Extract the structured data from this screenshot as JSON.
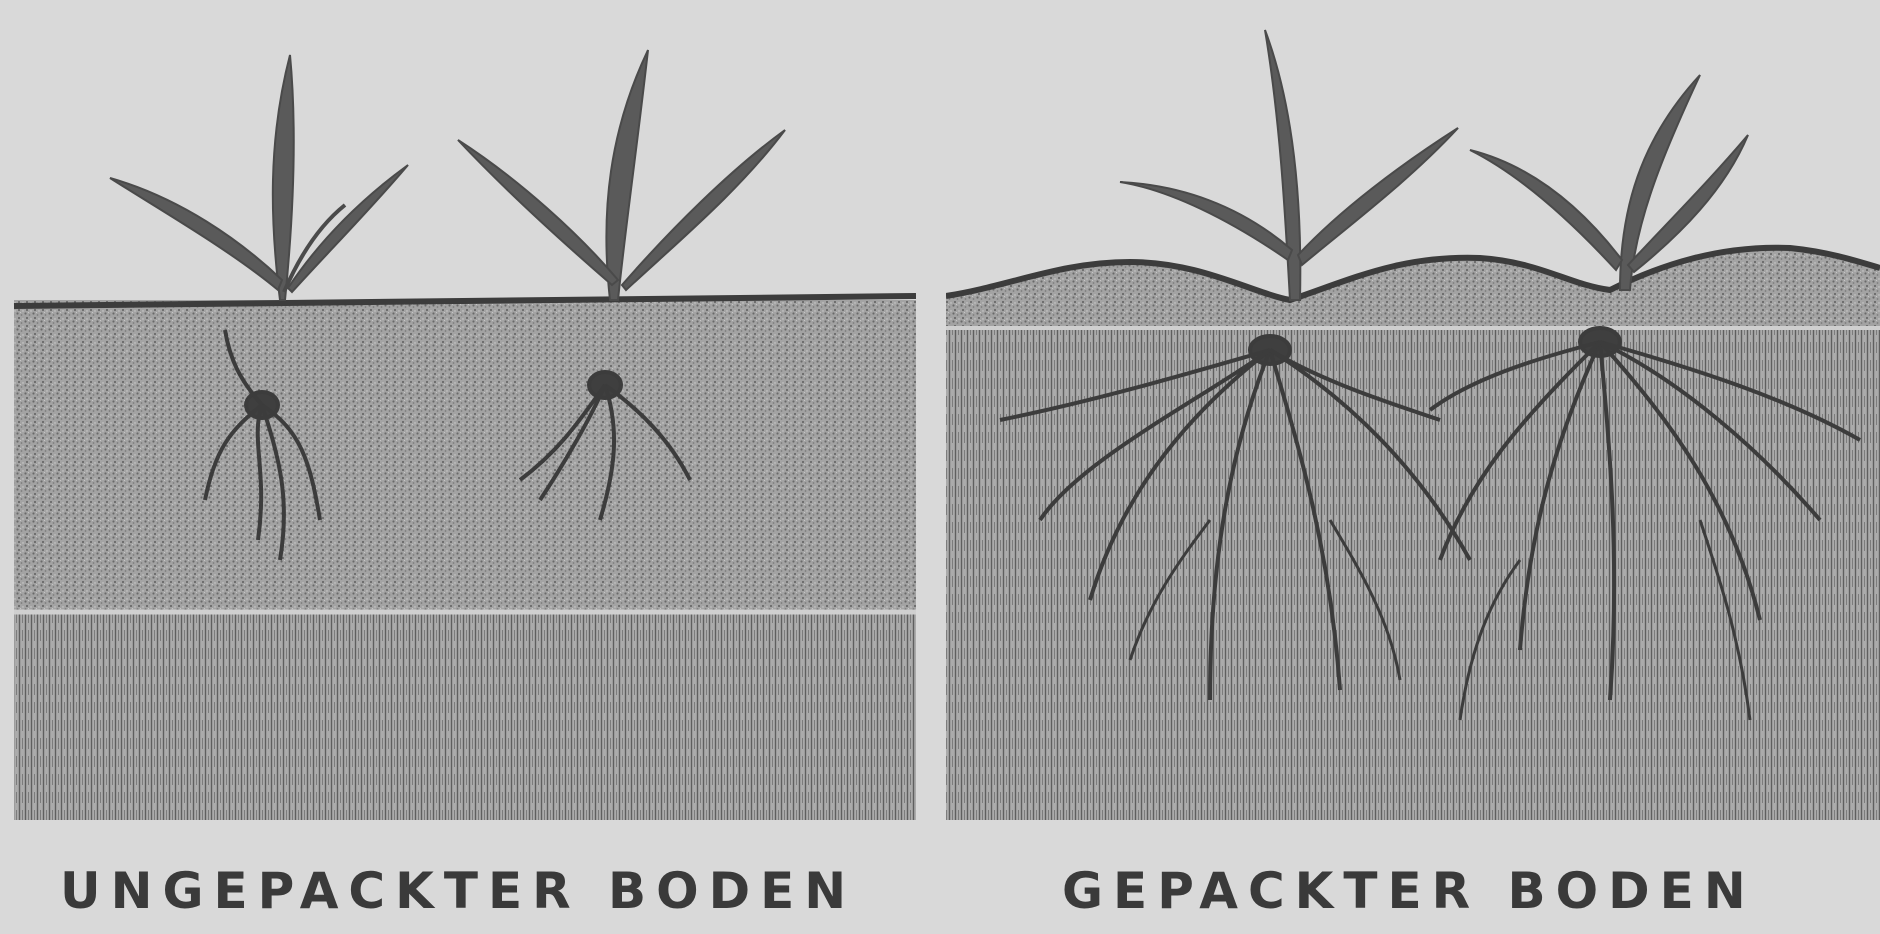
{
  "panels": [
    {
      "id": "left",
      "caption": "UNGEPACKTER BODEN"
    },
    {
      "id": "right",
      "caption": "GEPACKTER BODEN"
    }
  ],
  "colors": {
    "background": "#d9d9d9",
    "soil_fine": "#9a9a9a",
    "soil_dark": "#5b5b5b",
    "plant": "#4a4a4a",
    "text": "#3a3a3a"
  }
}
